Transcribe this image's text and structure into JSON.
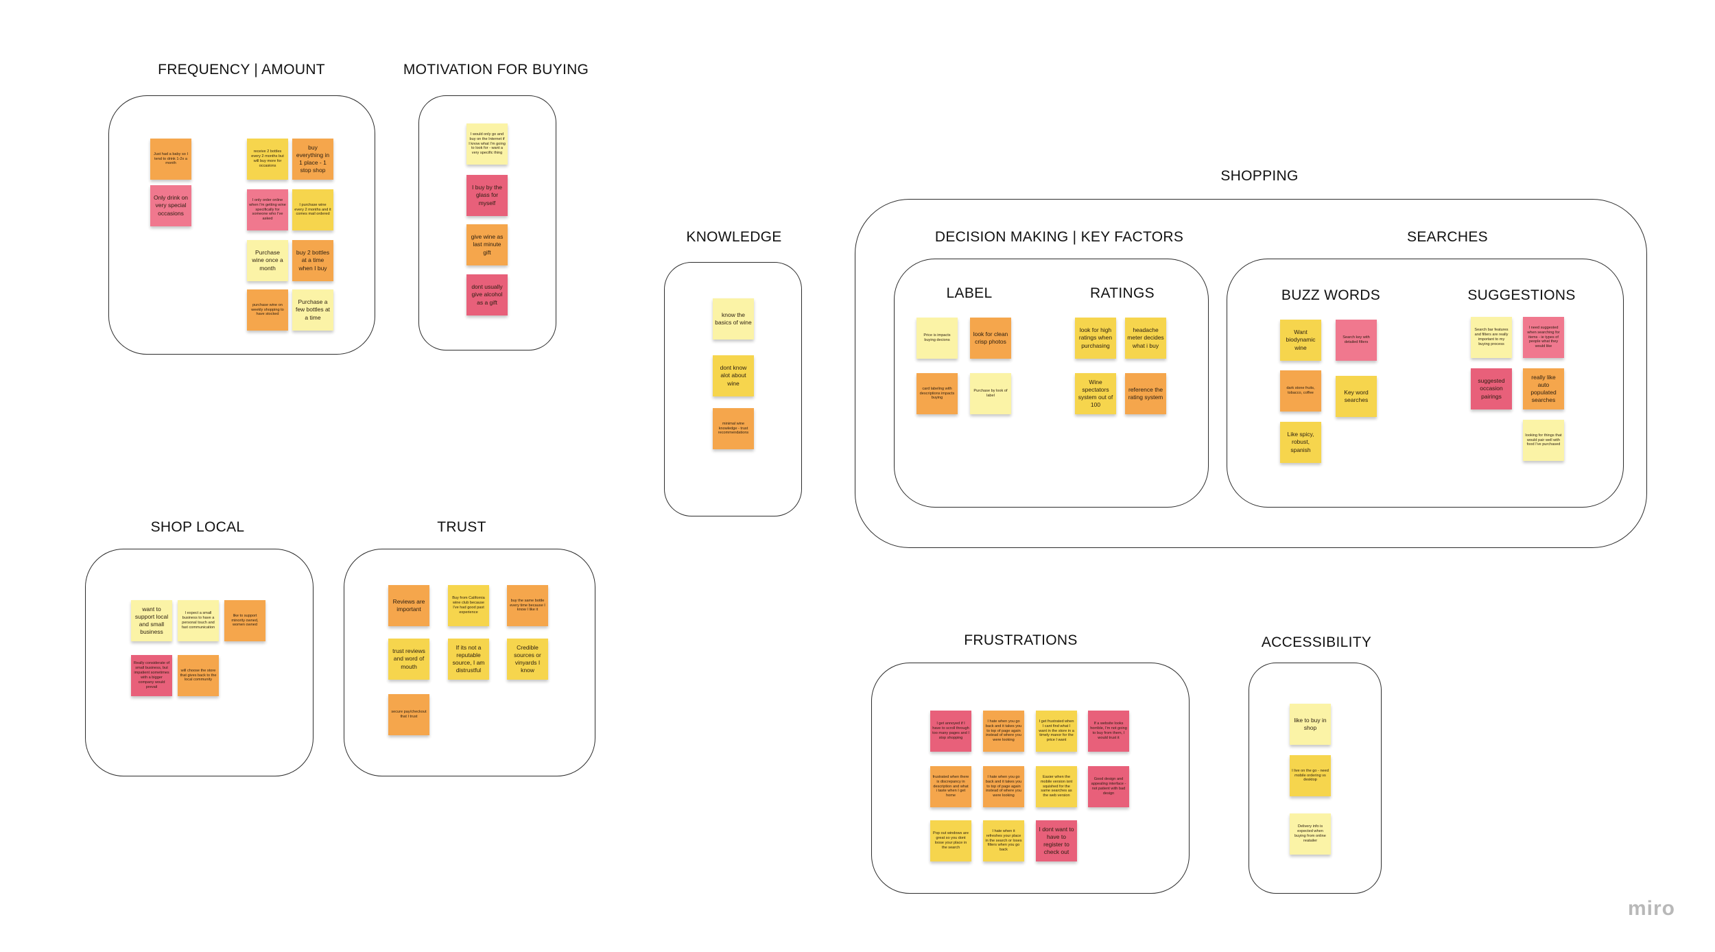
{
  "sections": {
    "frequency": "FREQUENCY | AMOUNT",
    "motivation": "MOTIVATION FOR BUYING",
    "knowledge": "KNOWLEDGE",
    "shopping": "SHOPPING",
    "decision": "DECISION MAKING | KEY FACTORS",
    "searches": "SEARCHES",
    "label": "LABEL",
    "ratings": "RATINGS",
    "buzz": "BUZZ WORDS",
    "suggestions": "SUGGESTIONS",
    "shop_local": "SHOP LOCAL",
    "trust": "TRUST",
    "frustrations": "FRUSTRATIONS",
    "accessibility": "ACCESSIBILITY"
  },
  "notes": {
    "freq1": "Just had a baby so I tend to drink 1-2x a month",
    "freq2": "Only drink on very special occasions",
    "freq3": "receive 2 bottles every 2 months but will buy more for occasions",
    "freq4": "buy everything in 1 place - 1 stop shop",
    "freq5": "I only order online when I'm getting wine specifically for someone who I've asked",
    "freq6": "I purchase wine every 2 months and it comes mail ordered",
    "freq7": "Purchase wine once a month",
    "freq8": "buy 2 bottles at a time when I buy",
    "freq9": "purchase wine on weekly shopping to have stocked",
    "freq10": "Purchase a few bottles at a time",
    "mot1": "I would only go and buy on the Internet if I know what I'm going to look for - want a very specific thing",
    "mot2": "I buy by the glass for myself",
    "mot3": "give wine as last minute gift",
    "mot4": "dont usually give alcohol as a gift",
    "kn1": "know the basics of wine",
    "kn2": "dont know alot about wine",
    "kn3": "minimal wine knowledge - trust recommendations",
    "lab1": "Price is impacts buying decions",
    "lab2": "look for clean crisp photos",
    "lab3": "card labeling with descriptions impacts buying",
    "lab4": "Purchase by look of label",
    "rat1": "look for high ratings when purchasing",
    "rat2": "headache meter decides what i buy",
    "rat3": "Wine spectators system out of 100",
    "rat4": "reference the rating system",
    "bz1": "Want biodynamic wine",
    "bz2": "Search key with detailed filters",
    "bz3": "dark stone fruits, tobacco, coffee",
    "bz4": "Key word searches",
    "bz5": "Like spicy, robust, spanish",
    "sg1": "Search bar features and filters are really important to my buying process",
    "sg2": "I need suggested when searching for items - ie types of people what they would like",
    "sg3": "suggested occasion pairings",
    "sg4": "really like auto populated searches",
    "sg5": "looking for things that would pair well with food I've purchased",
    "sl1": "want to support local and small business",
    "sl2": "I expect a small business to have a personal touch and fast communication",
    "sl3": "like to support minority owned, women owned",
    "sl4": "Really considerate of small business, but impatient sometimes with a bigger company would prevail",
    "sl5": "will choose the store that gives back to the local community",
    "tr1": "Reviews are important",
    "tr2": "Buy from California wine club because I've had good past experience",
    "tr3": "buy the same bottle every time because I know I like it",
    "tr4": "trust reviews and word of mouth",
    "tr5": "If its not a reputable source, I am distrustful",
    "tr6": "Credible sources or vinyards I know",
    "tr7": "secure pay/checkout that I trust",
    "fr1": "I get annoyed if I have to scroll through too many pages and I stop shopping",
    "fr2": "I hate when you go back and it takes you to top of page again instead of where you were looking",
    "fr3": "I get frustrated when I cant find what I want in the store in a timely manor for the price I want",
    "fr4": "If a website looks horrible, I'm not going to buy from them, I would trust it",
    "fr5": "frustrated when there is discrepancy in description and what i taste when I get home",
    "fr6": "I hate when you go back and it takes you to top of page again instead of where you were looking",
    "fr7": "Easier when the mobile version isnt squished for the same searches as the web version",
    "fr8": "Good design and appealing interface - not patient with bad design",
    "fr9": "Pop out windows are great so you dont loose your place in the search",
    "fr10": "I hate when it refreshes your place in the search or loses filters when you go back",
    "fr11": "I dont want to have to register to check out",
    "ac1": "like to buy in shop",
    "ac2": "I live on the go - need mobile ordering vs desktop",
    "ac3": "Delivery info is expected when buying from online reatailer"
  },
  "colors": {
    "yellow": "#f6d54d",
    "light_yellow": "#fbf3a6",
    "orange": "#f5a64c",
    "pink": "#f0788e",
    "red": "#e8607a"
  },
  "brand": "miro"
}
